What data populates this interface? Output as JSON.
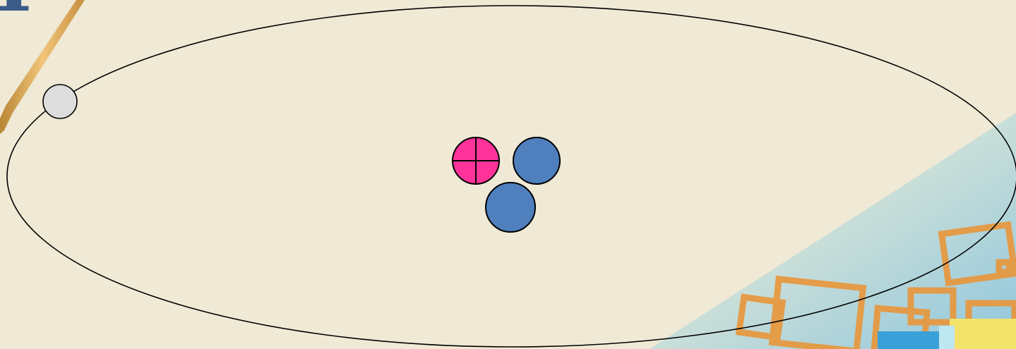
{
  "slide": {
    "title_fragment": "I",
    "colors": {
      "background": "#efe9d6",
      "proton": "#ff3399",
      "neutron": "#4f7fbd",
      "electron": "#dddddd",
      "orbit": "#000000",
      "ruler": "#d9a451",
      "decor_orange": "#e9963a",
      "decor_blue": "#9fcfe0"
    }
  },
  "atom_diagram": {
    "nucleus": {
      "protons": [
        {
          "symbol": "plus-cross"
        }
      ],
      "neutrons": [
        {
          "id": "neutron-1"
        },
        {
          "id": "neutron-2"
        }
      ]
    },
    "electrons": [
      {
        "id": "electron-1",
        "orbit": 1
      }
    ],
    "orbits": [
      {
        "id": "orbit-1"
      }
    ]
  }
}
